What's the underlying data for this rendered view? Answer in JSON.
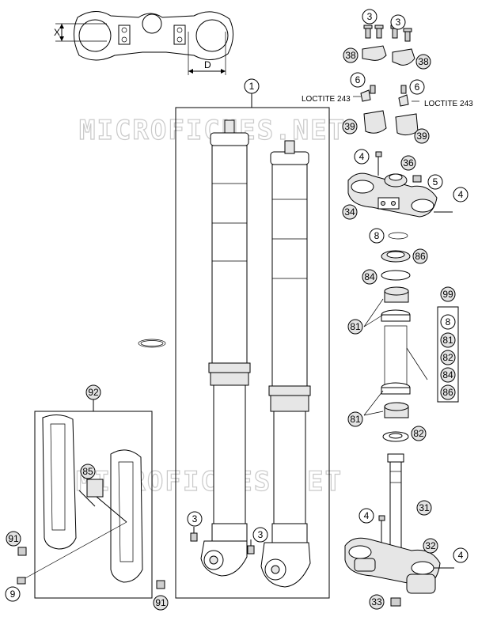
{
  "watermark": "MICROFICHES.NET",
  "loctite_label": "LOCTITE 243",
  "dimension_labels": {
    "x": "X",
    "d": "D"
  },
  "callouts": {
    "c1": "1",
    "c3a": "3",
    "c3b": "3",
    "c3c": "3",
    "c3d": "3",
    "c38a": "38",
    "c38b": "38",
    "c6a": "6",
    "c6b": "6",
    "c39a": "39",
    "c39b": "39",
    "c4a": "4",
    "c4b": "4",
    "c4c": "4",
    "c4d": "4",
    "c36": "36",
    "c5": "5",
    "c34": "34",
    "c8": "8",
    "c86": "86",
    "c84": "84",
    "c81a": "81",
    "c81b": "81",
    "c99": "99",
    "c82": "82",
    "c31": "31",
    "c32": "32",
    "c33": "33",
    "c92": "92",
    "c85": "85",
    "c91a": "91",
    "c91b": "91",
    "c9": "9"
  },
  "kit_list": [
    "8",
    "81",
    "82",
    "84",
    "86"
  ]
}
